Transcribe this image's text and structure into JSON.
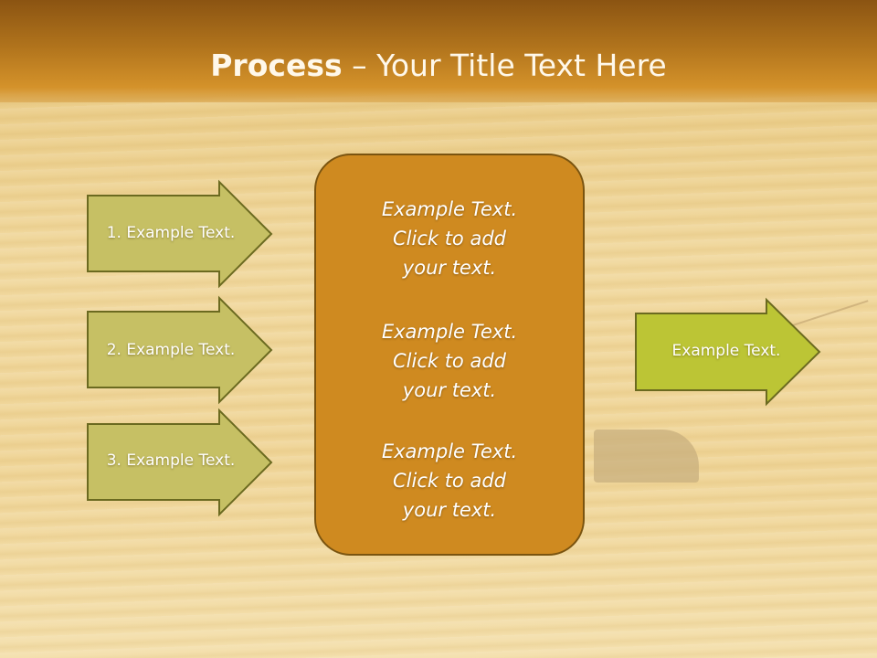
{
  "slide": {
    "title_bold": "Process",
    "title_rest": " – Your Title Text Here"
  },
  "left_arrows": [
    {
      "label": "1. Example Text."
    },
    {
      "label": "2. Example Text."
    },
    {
      "label": "3. Example Text."
    }
  ],
  "center_box": {
    "blocks": [
      {
        "line1": "Example Text.",
        "line2": "Click  to add",
        "line3": "your text."
      },
      {
        "line1": "Example Text.",
        "line2": "Click  to add",
        "line3": "your text."
      },
      {
        "line1": "Example Text.",
        "line2": "Click  to add",
        "line3": "your text."
      }
    ]
  },
  "right_arrow": {
    "label": "Example Text."
  },
  "colors": {
    "header": "#b0731c",
    "left_arrow_fill": "#c6c064",
    "left_arrow_stroke": "#6b6a20",
    "center_box_fill": "#cf8a20",
    "right_arrow_fill": "#bcc535"
  }
}
